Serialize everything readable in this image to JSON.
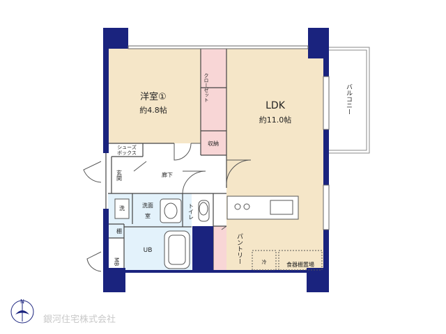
{
  "rooms": {
    "western_room": {
      "name": "洋室①",
      "area": "約4.8帖"
    },
    "ldk": {
      "name": "LDK",
      "area": "約11.0帖"
    },
    "closet": "クローゼット",
    "shoes_box": {
      "line1": "シューズ",
      "line2": "ボックス"
    },
    "storage": "収納",
    "entrance": "玄関",
    "corridor": "廊下",
    "laundry": "洗",
    "washroom": {
      "line1": "洗面",
      "line2": "室"
    },
    "toilet": "トイレ",
    "shelf": "棚",
    "unit_bath": "UB",
    "meter_box": "MB",
    "pantry": "パントリー",
    "fridge": "冷",
    "cupboard_space": "食器棚置場",
    "balcony": "バルコニー"
  },
  "compass": {
    "north_label": "N"
  },
  "company": {
    "name": "銀河住宅株式会社"
  },
  "colors": {
    "wall": "#1a237e",
    "living_floor": "#f5e6c8",
    "closet_floor": "#f8d6d6",
    "wet_area_floor": "#e3f2fb",
    "balcony_line": "#888888"
  }
}
